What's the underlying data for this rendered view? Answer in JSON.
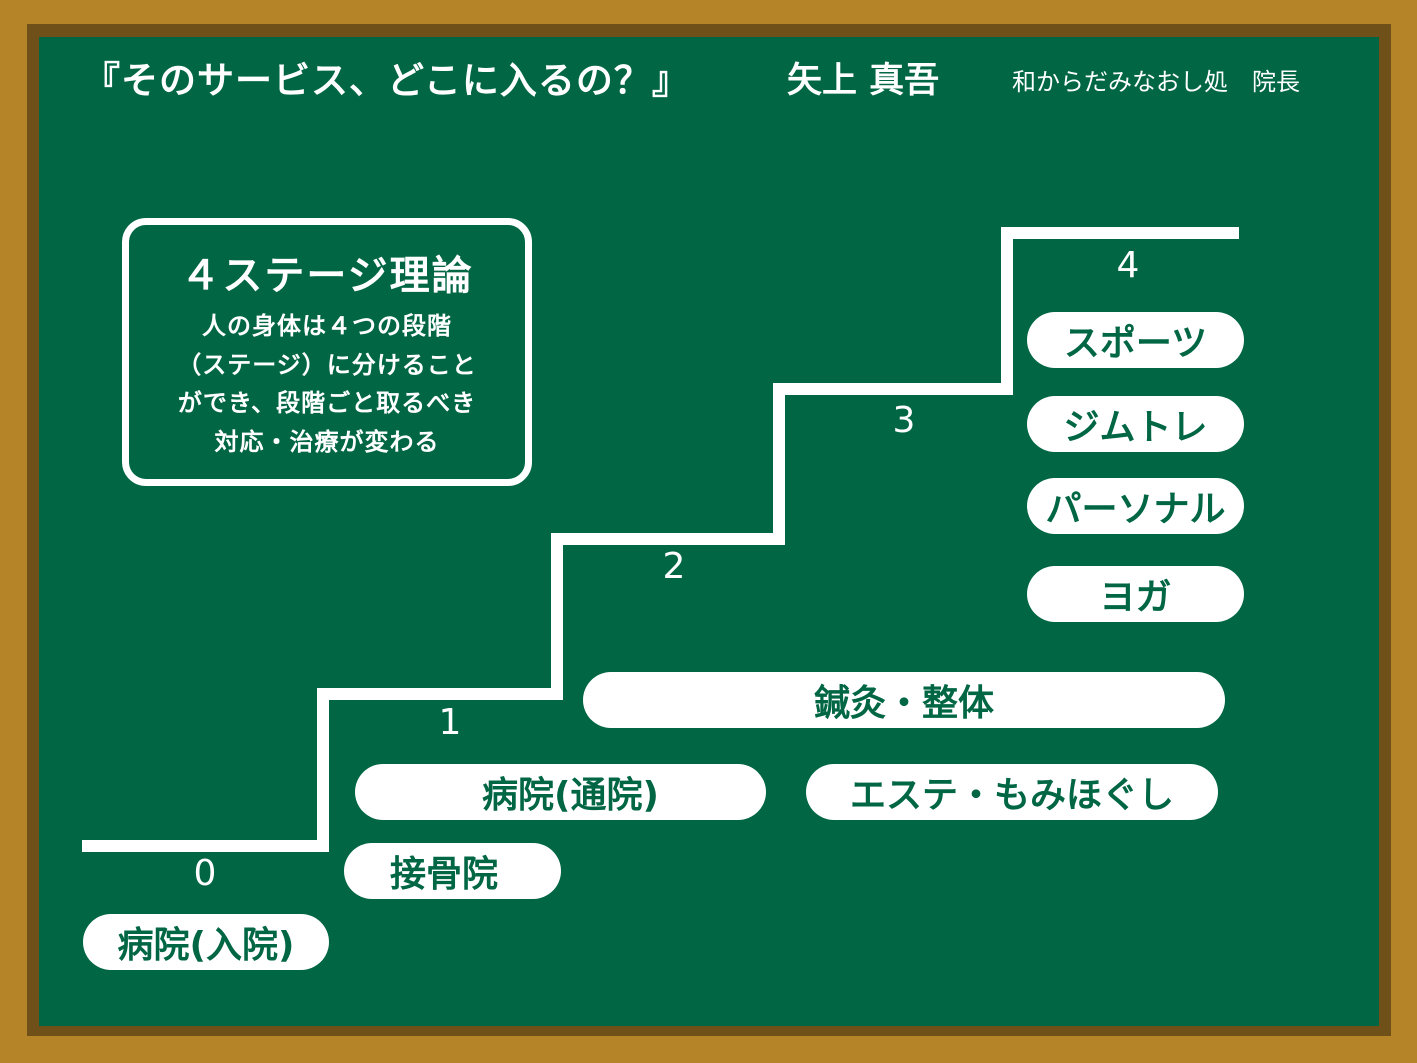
{
  "header": {
    "title": "『そのサービス、どこに入るの？』",
    "author": "矢上 真吾",
    "affiliation": "和からだみなおし処　院長"
  },
  "theory_box": {
    "title": "４ステージ理論",
    "lines": [
      "人の身体は４つの段階",
      "（ステージ）に分けること",
      "ができ、段階ごと取るべき",
      "対応・治療が変わる"
    ]
  },
  "stages": [
    {
      "number": "0",
      "services": [
        "病院(入院)"
      ]
    },
    {
      "number": "1",
      "services": [
        "病院(通院)",
        "接骨院"
      ]
    },
    {
      "number": "2",
      "services": [
        "鍼灸・整体",
        "エステ・もみほぐし"
      ]
    },
    {
      "number": "3",
      "services": []
    },
    {
      "number": "4",
      "services": [
        "スポーツ",
        "ジムトレ",
        "パーソナル",
        "ヨガ"
      ]
    }
  ],
  "colors": {
    "frame_outer": "#B58428",
    "frame_inner": "#6F5019",
    "board": "#006644",
    "chalk": "#FFFFFF"
  }
}
